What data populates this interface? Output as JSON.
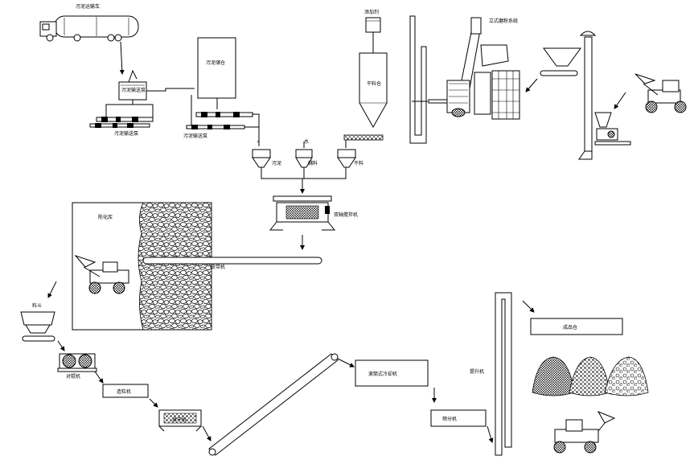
{
  "diagram": {
    "labels": {
      "sludge_tanker": "污泥运输车",
      "sludge_pump": "污泥输送泵",
      "sludge_silo": "污泥储仓",
      "sludge_screw_1": "污泥输送泵",
      "sludge_screw_2": "污泥输送泵",
      "additive_silo_top": "添加剂",
      "dry_material_silo": "干料仓",
      "raymond_mill": "立式磨粉系统",
      "bin_sludge": "污泥",
      "bin_water": "水",
      "bin_additive": "辅料",
      "bin_dry": "干料",
      "mixer": "双轴搅拌机",
      "aging_yard": "陈化库",
      "belt_conveyor_1": "皮带机",
      "hopper": "料斗",
      "roller_press": "对辊机",
      "granulator": "造粒机",
      "dryer": "烘干机",
      "rotary_cooler": "滚筒式冷却机",
      "screen": "筛分机",
      "elevator": "提升机",
      "finished_bin": "成品仓"
    }
  }
}
